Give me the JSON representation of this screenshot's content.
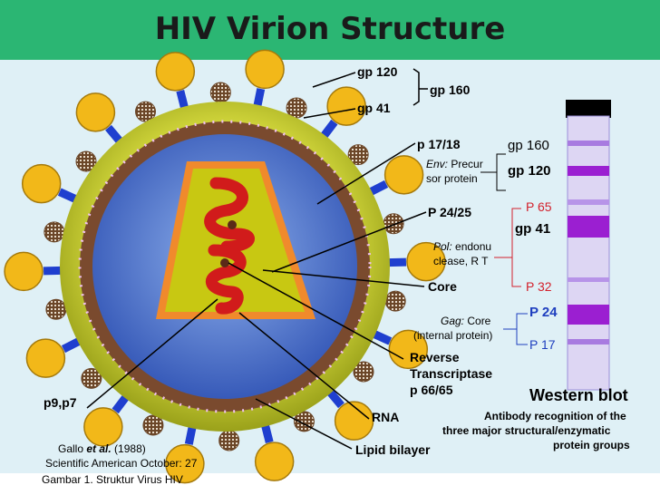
{
  "title": "HIV Virion Structure",
  "labels": {
    "gp120": "gp 120",
    "gp41": "gp 41",
    "gp160": "gp 160",
    "p1718": "p 17/18",
    "p2425": "P 24/25",
    "core": "Core",
    "rt1": "Reverse",
    "rt2": "Transcriptase",
    "rt3": "p 66/65",
    "rna": "RNA",
    "lipid": "Lipid bilayer",
    "p9p7": "p9,p7"
  },
  "blot_labels": {
    "gp160": "gp 160",
    "gp120": "gp 120",
    "p65": "P 65",
    "gp41": "gp 41",
    "p32": "P 32",
    "p24": "P 24",
    "p17": "P 17",
    "env_italic": "Env:",
    "env_rest": " Precur",
    "env2": "sor protein",
    "pol_italic": "Pol:",
    "pol_rest": " endonu",
    "pol2": "clease, R T",
    "gag_italic": "Gag:",
    "gag_rest": " Core",
    "gag2": "(internal protein)"
  },
  "western": {
    "title": "Western blot",
    "desc1": "Antibody recognition of the",
    "desc2": "three major structural/enzymatic",
    "desc3": "protein groups"
  },
  "citation": {
    "line1_a": "Gallo ",
    "line1_b": "et al.",
    "line1_c": " (1988)",
    "line2": "Scientific American October: 27"
  },
  "caption": "Gambar 1. Struktur Virus HIV",
  "colors": {
    "title_bar": "#2bb673",
    "background": "#dff0f6",
    "envelope_outer": "#c8cc2a",
    "membrane": "#7a4a2e",
    "matrix": "#3f63c4",
    "spike_head": "#f2b819",
    "spike_stem": "#1f3fcf",
    "core_fill": "#c8c812",
    "core_border": "#f08a2c",
    "rna": "#d11b1b",
    "blot_strip": "#ddd6f3",
    "blot_band": "#9b1fd1"
  }
}
